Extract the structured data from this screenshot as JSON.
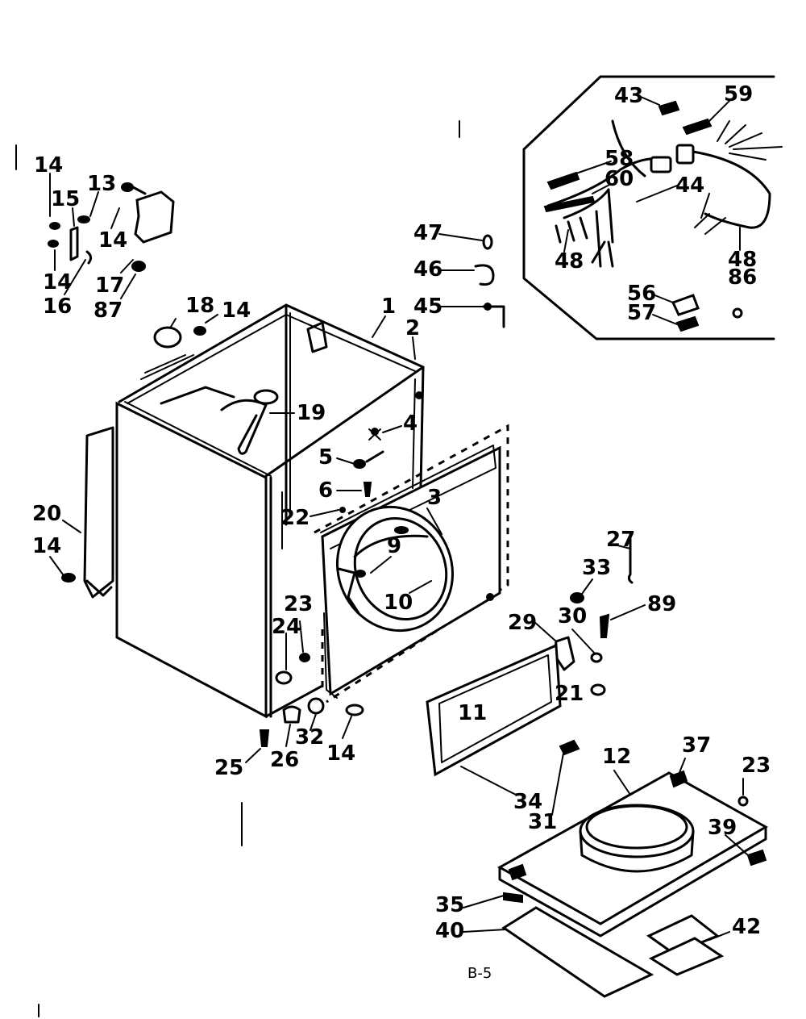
{
  "page_code": "B-5",
  "callouts": [
    {
      "id": "c-14a",
      "text": "14"
    },
    {
      "id": "c-15",
      "text": "15"
    },
    {
      "id": "c-13",
      "text": "13"
    },
    {
      "id": "c-14b",
      "text": "14"
    },
    {
      "id": "c-14c",
      "text": "14"
    },
    {
      "id": "c-16",
      "text": "16"
    },
    {
      "id": "c-17",
      "text": "17"
    },
    {
      "id": "c-87",
      "text": "87"
    },
    {
      "id": "c-18",
      "text": "18"
    },
    {
      "id": "c-14d",
      "text": "14"
    },
    {
      "id": "c-1",
      "text": "1"
    },
    {
      "id": "c-2",
      "text": "2"
    },
    {
      "id": "c-47",
      "text": "47"
    },
    {
      "id": "c-46",
      "text": "46"
    },
    {
      "id": "c-45",
      "text": "45"
    },
    {
      "id": "c-19",
      "text": "19"
    },
    {
      "id": "c-4",
      "text": "4"
    },
    {
      "id": "c-5",
      "text": "5"
    },
    {
      "id": "c-6",
      "text": "6"
    },
    {
      "id": "c-3",
      "text": "3"
    },
    {
      "id": "c-22",
      "text": "22"
    },
    {
      "id": "c-20",
      "text": "20"
    },
    {
      "id": "c-14e",
      "text": "14"
    },
    {
      "id": "c-9",
      "text": "9"
    },
    {
      "id": "c-10",
      "text": "10"
    },
    {
      "id": "c-23a",
      "text": "23"
    },
    {
      "id": "c-24",
      "text": "24"
    },
    {
      "id": "c-25",
      "text": "25"
    },
    {
      "id": "c-26",
      "text": "26"
    },
    {
      "id": "c-32",
      "text": "32"
    },
    {
      "id": "c-14f",
      "text": "14"
    },
    {
      "id": "c-43",
      "text": "43"
    },
    {
      "id": "c-59",
      "text": "59"
    },
    {
      "id": "c-58",
      "text": "58"
    },
    {
      "id": "c-60",
      "text": "60"
    },
    {
      "id": "c-44",
      "text": "44"
    },
    {
      "id": "c-48a",
      "text": "48"
    },
    {
      "id": "c-48b",
      "text": "48"
    },
    {
      "id": "c-86",
      "text": "86"
    },
    {
      "id": "c-56",
      "text": "56"
    },
    {
      "id": "c-57",
      "text": "57"
    },
    {
      "id": "c-27",
      "text": "27"
    },
    {
      "id": "c-33",
      "text": "33"
    },
    {
      "id": "c-89",
      "text": "89"
    },
    {
      "id": "c-29",
      "text": "29"
    },
    {
      "id": "c-30",
      "text": "30"
    },
    {
      "id": "c-21",
      "text": "21"
    },
    {
      "id": "c-11",
      "text": "11"
    },
    {
      "id": "c-34",
      "text": "34"
    },
    {
      "id": "c-31",
      "text": "31"
    },
    {
      "id": "c-12",
      "text": "12"
    },
    {
      "id": "c-37",
      "text": "37"
    },
    {
      "id": "c-23b",
      "text": "23"
    },
    {
      "id": "c-39",
      "text": "39"
    },
    {
      "id": "c-35",
      "text": "35"
    },
    {
      "id": "c-40",
      "text": "40"
    },
    {
      "id": "c-42",
      "text": "42"
    }
  ]
}
